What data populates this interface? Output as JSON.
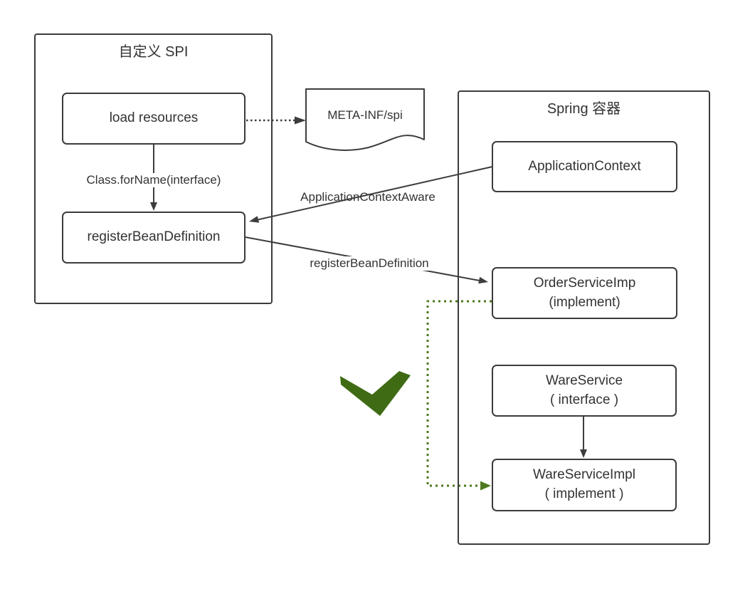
{
  "diagram": {
    "containers": {
      "custom_spi_title": "自定义 SPI",
      "spring_title": "Spring 容器"
    },
    "nodes": {
      "load_resources": "load resources",
      "register_bean_definition": "registerBeanDefinition",
      "meta_inf_spi": "META-INF/spi",
      "application_context": "ApplicationContext",
      "order_service_imp_line1": "OrderServiceImp",
      "order_service_imp_line2": "(implement)",
      "ware_service_line1": "WareService",
      "ware_service_line2": "( interface )",
      "ware_service_impl_line1": "WareServiceImpl",
      "ware_service_impl_line2": "( implement )"
    },
    "edge_labels": {
      "class_forname": "Class.forName(interface)",
      "application_context_aware": "ApplicationContextAware",
      "register_bean_definition": "registerBeanDefinition"
    },
    "colors": {
      "line_gray": "#3d3d3d",
      "dotted_green": "#4e7a1e",
      "checkmark_green": "#3e6b14"
    }
  }
}
